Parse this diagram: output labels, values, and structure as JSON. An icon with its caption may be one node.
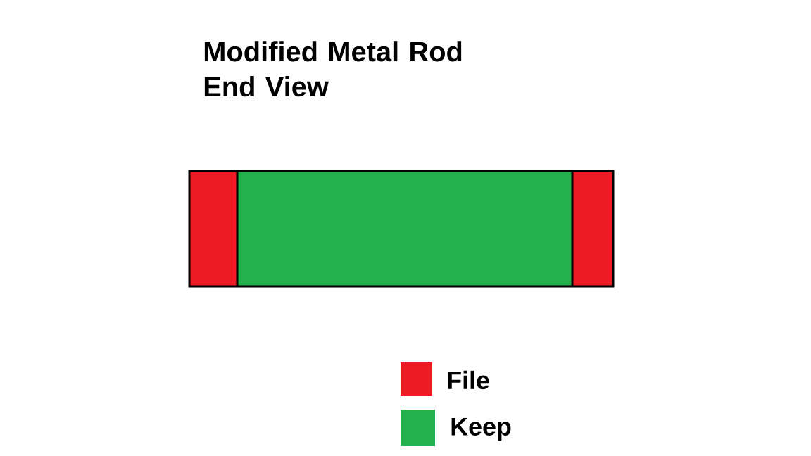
{
  "diagram": {
    "title": "Modified Metal Rod End View",
    "legend": [
      {
        "text": "File",
        "color": "#ed1c24"
      },
      {
        "text": "Keep",
        "color": "#22b14c"
      }
    ]
  }
}
